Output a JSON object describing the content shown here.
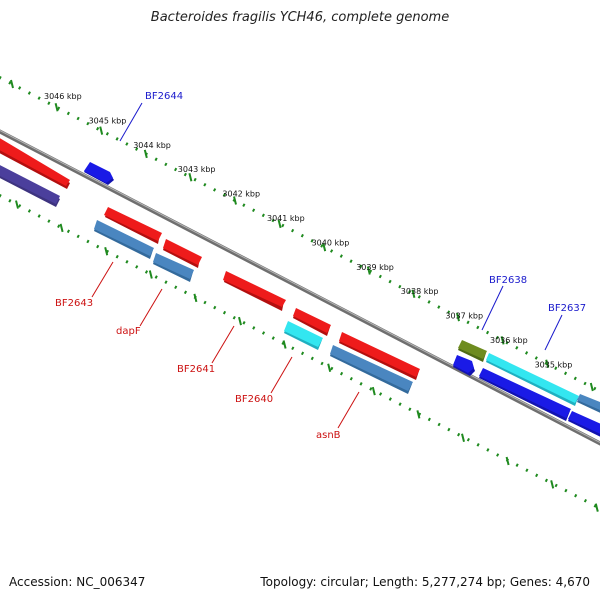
{
  "title": "Bacteroides fragilis YCH46, complete genome",
  "footer": {
    "accession": "Accession: NC_006347",
    "summary": "Topology: circular; Length: 5,277,274 bp; Genes: 4,670"
  },
  "ruler": {
    "unit": "kbp",
    "labels": [
      "3046 kbp",
      "3045 kbp",
      "3044 kbp",
      "3043 kbp",
      "3042 kbp",
      "3041 kbp",
      "3040 kbp",
      "3039 kbp",
      "3038 kbp",
      "3037 kbp",
      "3036 kbp",
      "3035 kbp"
    ]
  },
  "gene_labels": {
    "top": [
      "BF2644",
      "BF2638",
      "BF2637"
    ],
    "bottom": [
      "BF2643",
      "dapF",
      "BF2641",
      "BF2640",
      "asnB"
    ]
  },
  "colors": {
    "label_top": "#1a1acc",
    "label_bottom": "#cc1111",
    "ruler": "#1f8a1f",
    "backbone": "#777777",
    "red": "#ee1b1b",
    "steel": "#4a86c0",
    "blue": "#1a1ae6",
    "cyan": "#33e6f0",
    "olive": "#6e8c1f",
    "indigo": "#4b3f9c"
  }
}
